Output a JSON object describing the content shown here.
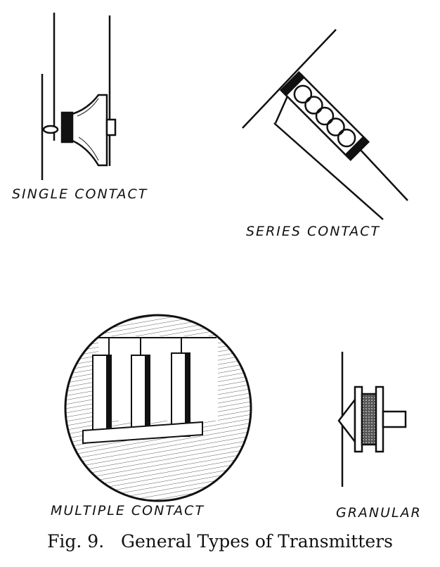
{
  "figure": {
    "labels": {
      "single": "SINGLE CONTACT",
      "series": "SERIES CONTACT",
      "multiple": "MULTIPLE CONTACT",
      "granular": "GRANULAR"
    },
    "caption": "Fig. 9.   General Types of Transmitters"
  }
}
